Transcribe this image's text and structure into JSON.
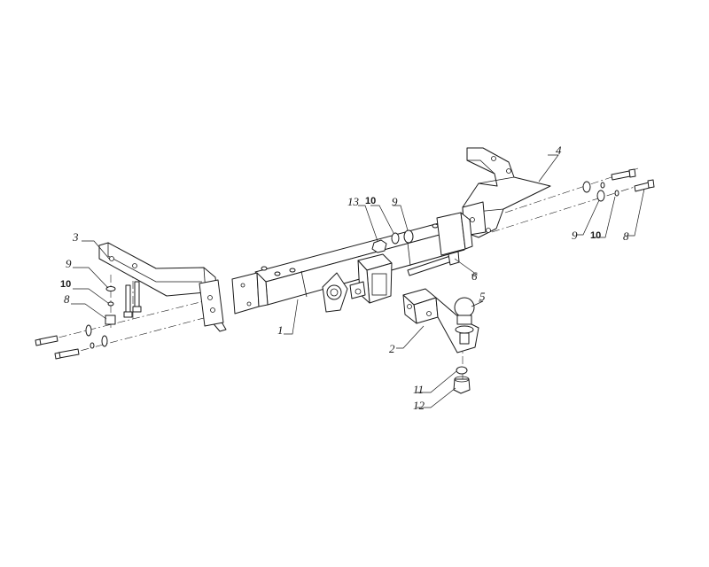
{
  "callouts": {
    "c1": "1",
    "c2": "2",
    "c3": "3",
    "c4": "4",
    "c5": "5",
    "c6": "6",
    "c8_left": "8",
    "c9_left": "9",
    "c10_left": "10",
    "c13": "13",
    "c10_top": "10",
    "c9_top": "9",
    "c9_right": "9",
    "c10_right": "10",
    "c8_right": "8",
    "c11": "11",
    "c12": "12"
  }
}
